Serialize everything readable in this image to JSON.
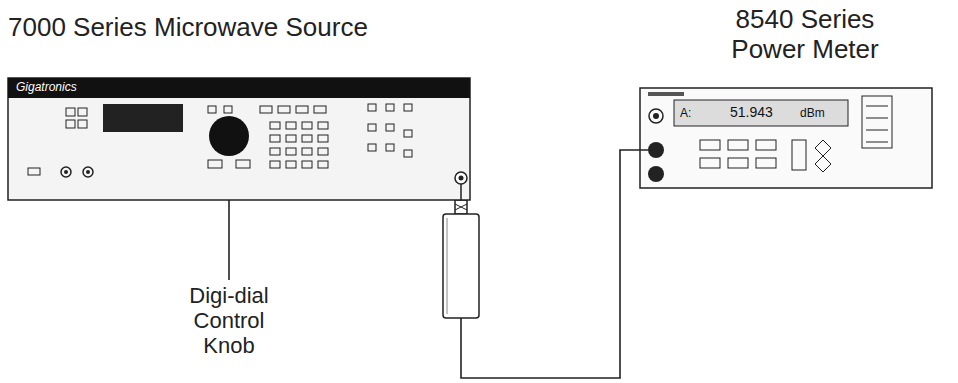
{
  "diagram": {
    "nodes": [
      {
        "text": [
          "7000 Series Microwave Source"
        ]
      },
      {
        "text": [
          "8540 Series Power Meter"
        ]
      }
    ],
    "edges": [
      {
        "from": 0,
        "to": 1,
        "arrow": "none"
      }
    ],
    "labels": [
      "Gigatronics",
      "A:",
      "51.943",
      "dBm",
      "Digi-dial Control Knob"
    ]
  }
}
